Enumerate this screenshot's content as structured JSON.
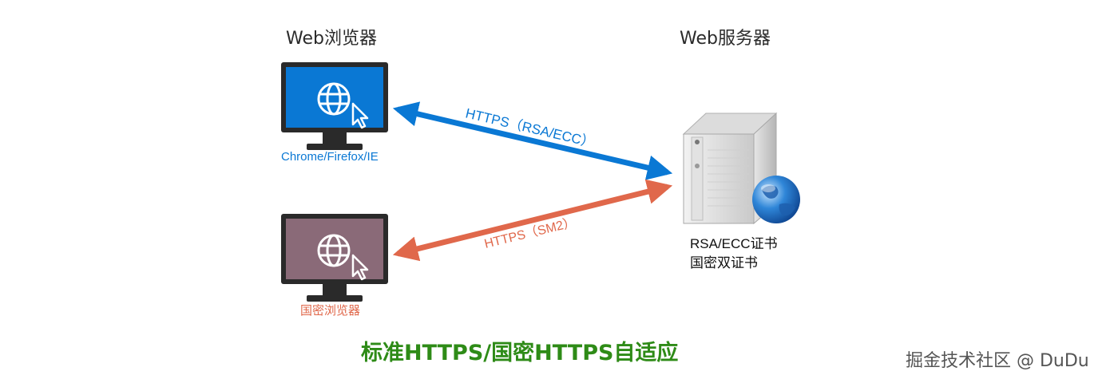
{
  "browser": {
    "title": "Web浏览器",
    "top_label": "Chrome/Firefox/IE",
    "bottom_label": "国密浏览器"
  },
  "server": {
    "title": "Web服务器",
    "cert_line1": "RSA/ECC证书",
    "cert_line2": "国密双证书"
  },
  "links": {
    "rsa": "HTTPS（RSA/ECC）",
    "sm2": "HTTPS（SM2）"
  },
  "footer": "标准HTTPS/国密HTTPS自适应",
  "watermark": "掘金技术社区 @ DuDu",
  "colors": {
    "blue": "#0a78d4",
    "orange": "#e0684b",
    "monitor_top_screen": "#0a78d4",
    "monitor_bottom_screen": "#8a6a78",
    "footer_green": "#2e8b17"
  },
  "icons": [
    "monitor-icon",
    "globe-icon",
    "cursor-icon",
    "server-icon",
    "earth-globe-icon"
  ]
}
